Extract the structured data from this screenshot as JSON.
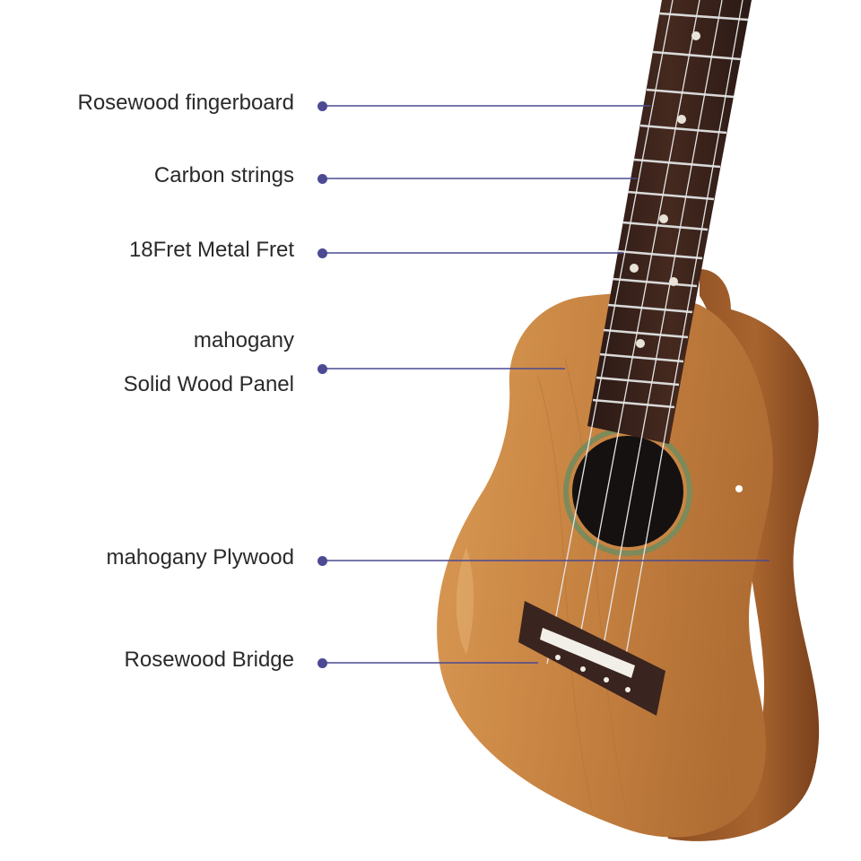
{
  "colors": {
    "accent": "#4b4a92",
    "text": "#2a2a2a",
    "wood_top": "#c98543",
    "wood_side": "#9a5a2a",
    "rosewood": "#3a2420"
  },
  "callouts": [
    {
      "name": "rosewood-fingerboard",
      "lines": [
        "Rosewood fingerboard"
      ]
    },
    {
      "name": "carbon-strings",
      "lines": [
        "Carbon strings"
      ]
    },
    {
      "name": "metal-fret",
      "lines": [
        "18Fret Metal Fret"
      ]
    },
    {
      "name": "mahogany-solid-wood-panel",
      "lines": [
        "mahogany",
        "Solid Wood Panel"
      ]
    },
    {
      "name": "mahogany-plywood",
      "lines": [
        "mahogany Plywood"
      ]
    },
    {
      "name": "rosewood-bridge",
      "lines": [
        "Rosewood Bridge"
      ]
    }
  ]
}
